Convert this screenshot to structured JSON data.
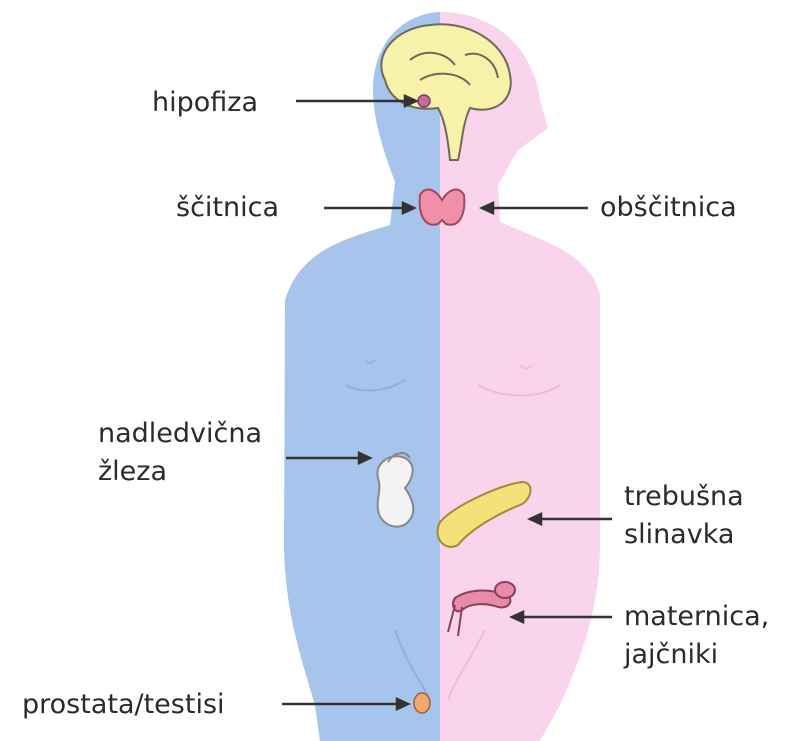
{
  "colors": {
    "male_body": "#a7c4ec",
    "female_body": "#f9d4ec",
    "brain": "#f7f1a9",
    "thyroid": "#f08fa8",
    "adrenal": "#f3f3f3",
    "pancreas": "#f6e07a",
    "reproductive": "#e88aa8",
    "prostate": "#f3a870",
    "arrow": "#333333",
    "text": "#2b2b2b"
  },
  "labels": {
    "hipofiza": "hipofiza",
    "scitnica": "ščitnica",
    "obscitnica": "obščitnica",
    "nadledvicna_line1": "nadledvična",
    "nadledvicna_line2": "žleza",
    "trebusna_line1": "trebušna",
    "trebusna_line2": "slinavka",
    "maternica_line1": "maternica,",
    "maternica_line2": "jajčniki",
    "prostata": "prostata/testisi"
  }
}
